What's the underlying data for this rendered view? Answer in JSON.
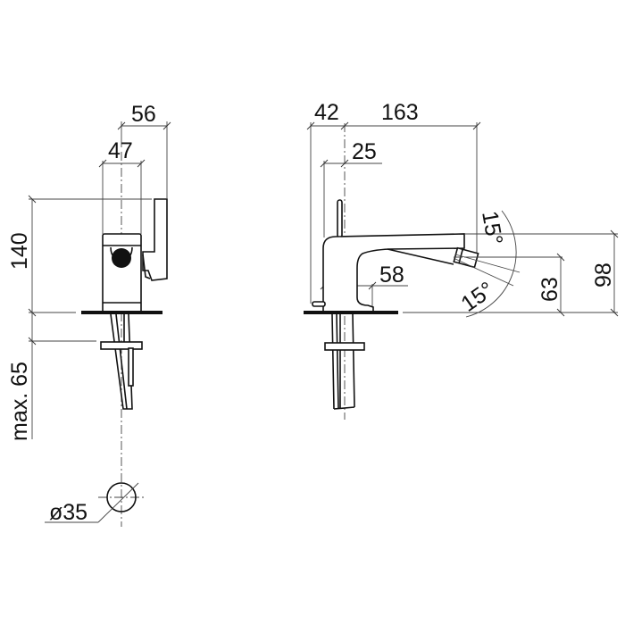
{
  "drawing": {
    "subject": "bidet mixer technical drawing",
    "front_view": {
      "dimensions": {
        "overall_depth": "56",
        "body_width": "47",
        "height": "140",
        "under_counter": "max. 65",
        "hole_diameter": "ø35"
      }
    },
    "side_view": {
      "dimensions": {
        "rear_offset": "42",
        "spout_reach": "163",
        "lever_offset": "25",
        "spout_clearance": "58",
        "outlet_height": "63",
        "top_height": "98",
        "tilt_up": "15°",
        "tilt_down": "15°"
      }
    },
    "colors": {
      "line": "#111111",
      "dim_line": "#444444",
      "background": "#ffffff"
    }
  }
}
